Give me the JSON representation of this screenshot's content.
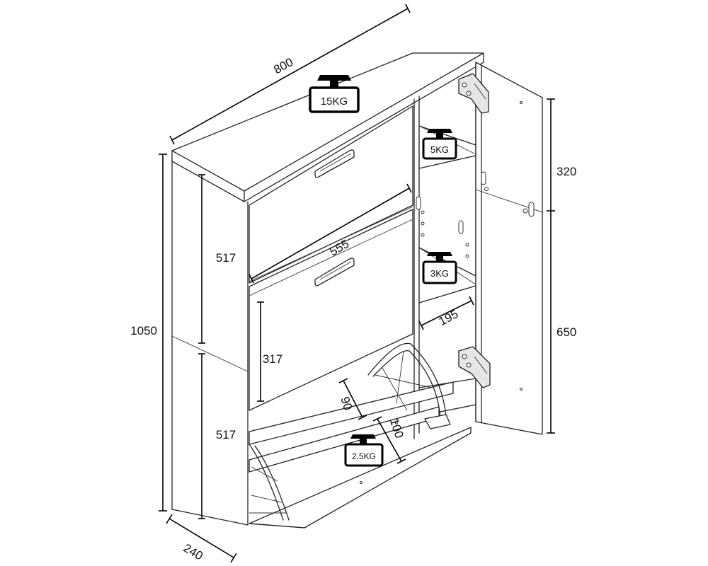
{
  "dimensions": {
    "width": "800",
    "height": "1050",
    "depth": "240",
    "drawer_width": "555",
    "upper_flap": "517",
    "lower_flap": "517",
    "compartment": "317",
    "rack_a": "90",
    "rack_b": "100",
    "shelf_depth": "195",
    "door_upper": "320",
    "door_lower": "650"
  },
  "loads": {
    "top": "15KG",
    "upper_shelf": "5KG",
    "middle_shelf": "3KG",
    "rack": "2.5KG"
  },
  "icons": {
    "weight": "weight-icon",
    "hinge": "hinge-icon",
    "handle": "handle-icon"
  }
}
